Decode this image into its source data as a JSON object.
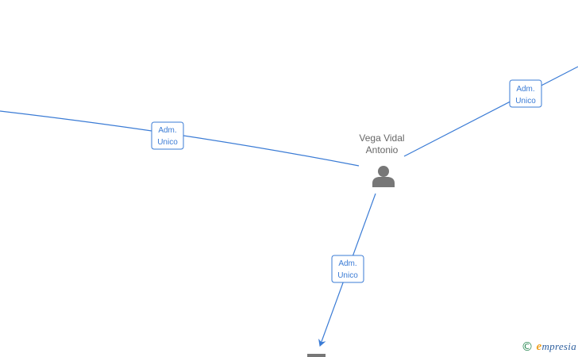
{
  "diagram": {
    "center_node": {
      "name_line1": "Vega Vidal",
      "name_line2": "Antonio",
      "icon": "person-icon"
    },
    "edges": [
      {
        "id": "edge-left",
        "label_line1": "Adm.",
        "label_line2": "Unico"
      },
      {
        "id": "edge-top-right",
        "label_line1": "Adm.",
        "label_line2": "Unico"
      },
      {
        "id": "edge-bottom",
        "label_line1": "Adm.",
        "label_line2": "Unico"
      }
    ],
    "colors": {
      "edge": "#3a7bd5",
      "node_text": "#666666",
      "icon": "#777777"
    }
  },
  "footer": {
    "copyright_symbol": "©",
    "brand_first": "e",
    "brand_rest": "mpresia"
  }
}
